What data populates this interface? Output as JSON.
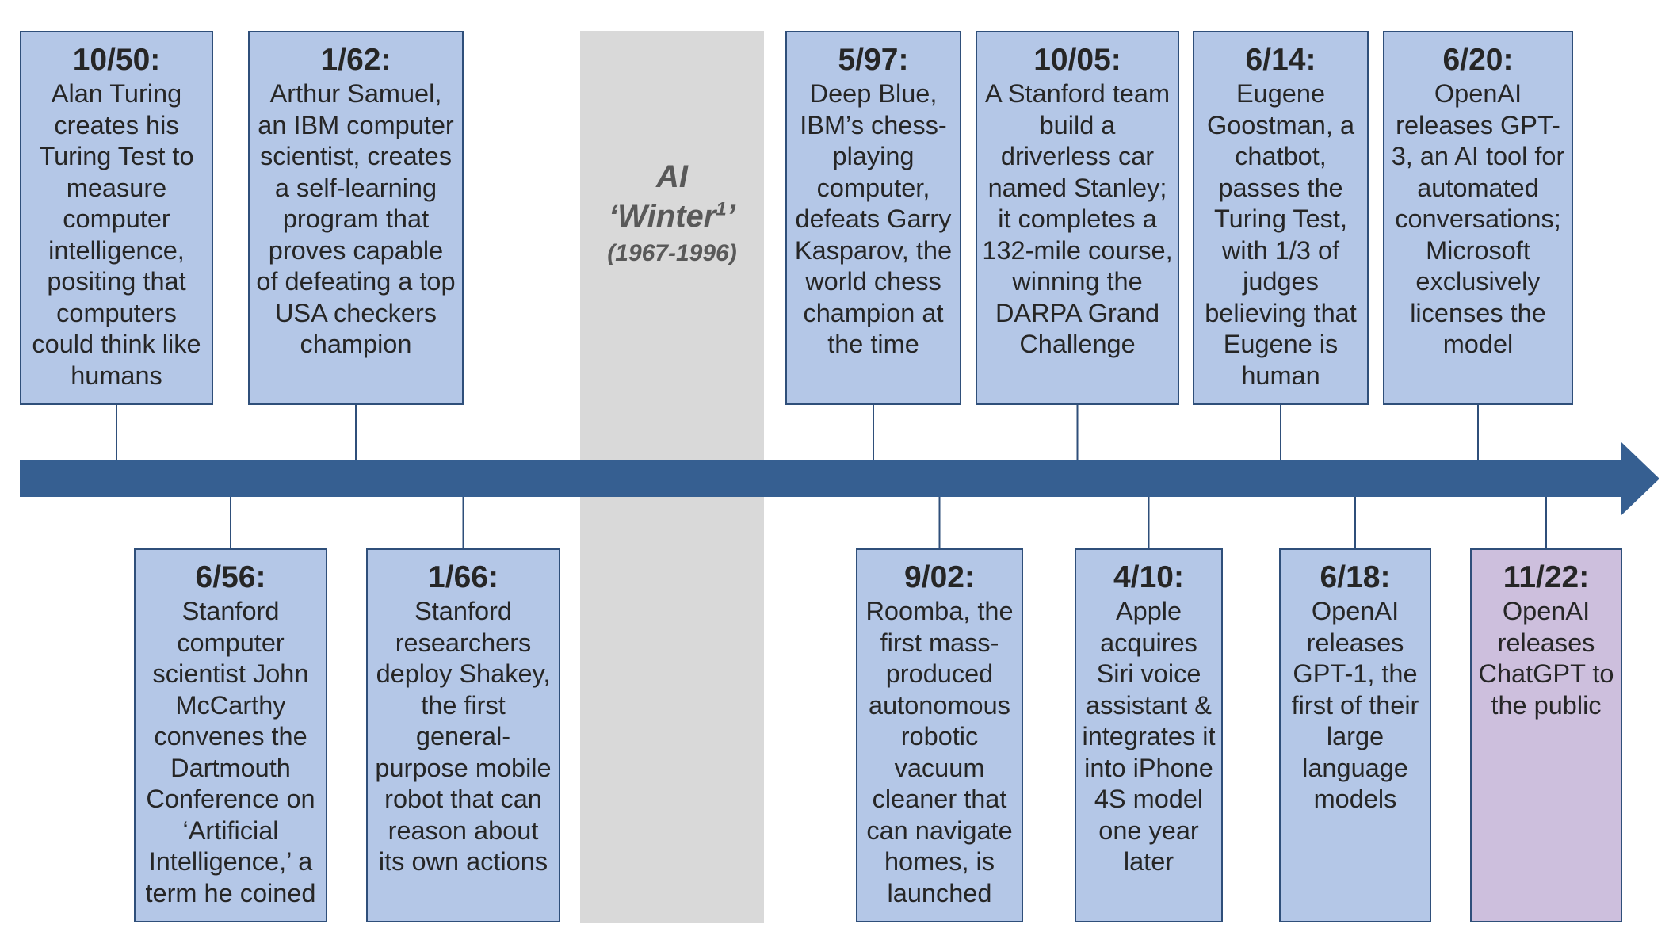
{
  "winter": {
    "title": "AI",
    "word": "‘Winter",
    "footnote": "1",
    "quote_close": "’",
    "range": "(1967-1996)"
  },
  "colors": {
    "box_fill": "#b4c7e7",
    "box_border": "#2f4f7a",
    "highlight_fill": "#cdbfdd",
    "arrow": "#365f91",
    "winter_band": "#d9d9d9",
    "winter_text": "#595959"
  },
  "events": [
    {
      "date": "10/50:",
      "text": "Alan Turing creates his Turing Test to measure computer intelligence, positing that computers could think like humans",
      "side": "top"
    },
    {
      "date": "6/56:",
      "text": "Stanford computer scientist John McCarthy convenes the Dartmouth Conference on ‘Artificial Intelligence,’ a term he coined",
      "side": "bottom"
    },
    {
      "date": "1/62:",
      "text": "Arthur Samuel, an IBM computer scientist, creates a self-learning program that proves capable of defeating a top USA checkers champion",
      "side": "top"
    },
    {
      "date": "1/66:",
      "text": "Stanford researchers deploy Shakey, the first general-purpose mobile robot that can reason about its own actions",
      "side": "bottom"
    },
    {
      "date": "5/97:",
      "text": "Deep Blue, IBM’s chess-playing computer, defeats Garry Kasparov, the world chess champion at the time",
      "side": "top"
    },
    {
      "date": "9/02:",
      "text": "Roomba, the first mass-produced autonomous robotic vacuum cleaner that can navigate homes, is launched",
      "side": "bottom"
    },
    {
      "date": "10/05:",
      "text": "A Stanford team build a driverless car named Stanley; it completes a 132-mile course, winning the DARPA Grand Challenge",
      "side": "top"
    },
    {
      "date": "4/10:",
      "text": "Apple acquires Siri voice assistant & integrates it into iPhone 4S model one year later",
      "side": "bottom"
    },
    {
      "date": "6/14:",
      "text": "Eugene Goostman, a chatbot, passes the Turing Test, with 1/3 of judges believing that Eugene is human",
      "side": "top"
    },
    {
      "date": "6/18:",
      "text": "OpenAI releases GPT-1, the first of their large language models",
      "side": "bottom"
    },
    {
      "date": "6/20:",
      "text": "OpenAI releases GPT-3, an AI tool for automated conversations; Microsoft exclusively licenses the model",
      "side": "top"
    },
    {
      "date": "11/22:",
      "text": "OpenAI releases ChatGPT to the public",
      "side": "bottom",
      "highlight": true
    }
  ]
}
